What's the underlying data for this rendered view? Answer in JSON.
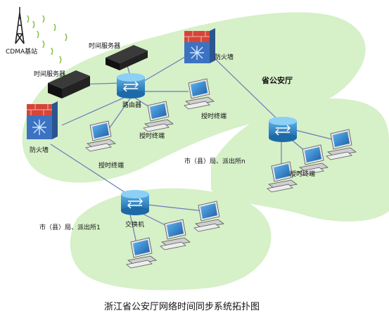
{
  "labels": {
    "cdma": "CDMA基站",
    "time_server_1": "时间服务器",
    "time_server_2": "时间服务器",
    "firewall_top": "防火墙",
    "firewall_left": "防火墙",
    "router": "路由器",
    "province_office": "省公安厅",
    "terminal_1": "授时终端",
    "terminal_2": "授时终端",
    "terminal_3": "授时终端",
    "terminal_4": "授时终端",
    "county_n": "市（县）局、派出所n",
    "county_1": "市（县）局、派出所1",
    "switch": "交换机"
  },
  "caption": "浙江省公安厅网络时间同步系统拓扑图",
  "icons": [
    "cell-tower-icon",
    "time-server-icon",
    "firewall-icon",
    "router-icon",
    "switch-icon",
    "computer-icon"
  ],
  "colors": {
    "zone": "#d5f0c6",
    "link": "#6f78b8",
    "device": "#2d7fb8"
  }
}
